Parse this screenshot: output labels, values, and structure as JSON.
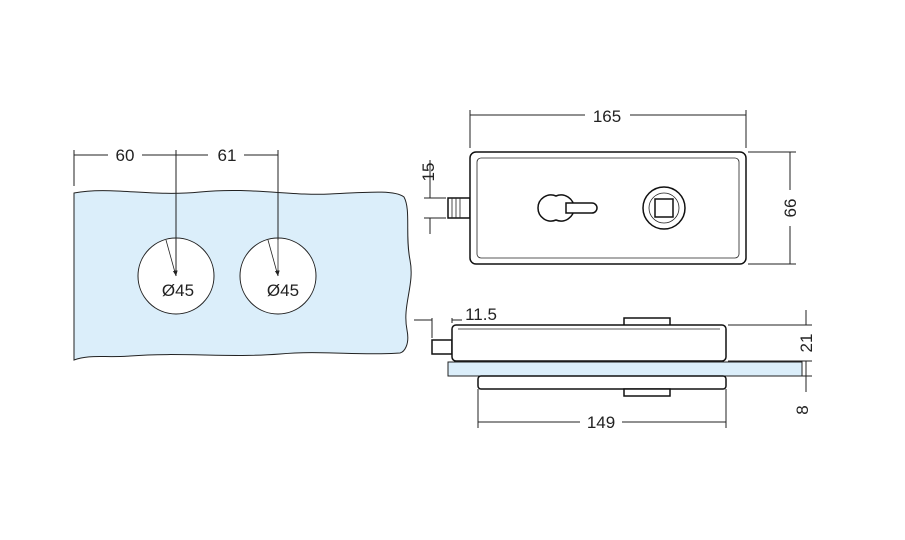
{
  "glass_panel": {
    "dim_left": "60",
    "dim_spacing": "61",
    "hole_1_label": "Ø45",
    "hole_2_label": "Ø45"
  },
  "lock_front_view": {
    "width_label": "165",
    "height_label": "66",
    "bolt_label": "15"
  },
  "lock_side_view": {
    "bolt_label": "11.5",
    "height_label": "21",
    "plate_width_label": "149",
    "glass_label": "8"
  },
  "colors": {
    "glass_fill": "#dbeefa",
    "outline": "#222222"
  }
}
